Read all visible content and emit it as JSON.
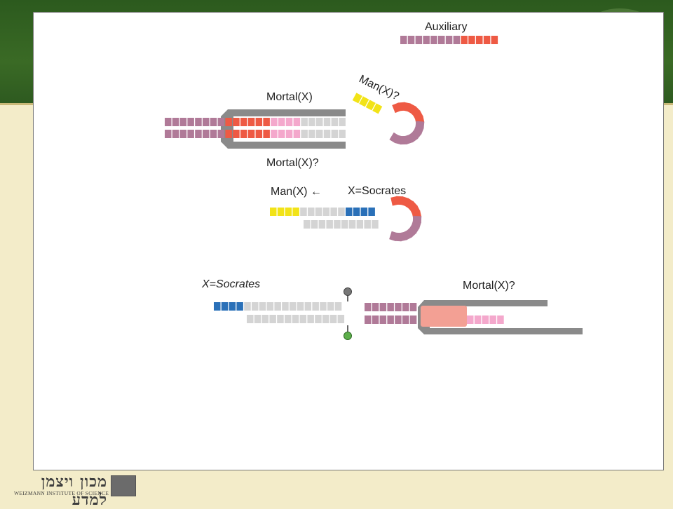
{
  "labels": {
    "auxiliary": "Auxiliary",
    "mortal_x": "Mortal(X)",
    "man_x_q": "Man(X)?",
    "mortal_x_q": "Mortal(X)?",
    "man_x_arrow": "Man(X) ←",
    "x_socrates_1": "X=Socrates",
    "x_socrates_2": "X=Socrates",
    "mortal_x_q2": "Mortal(X)?"
  },
  "footer": {
    "hebrew": "מכון ויצמן למדע",
    "english": "WEIZMANN INSTITUTE OF SCIENCE"
  },
  "colors": {
    "mauve": "#b07a98",
    "red": "#ee5a44",
    "pink": "#f4a8cc",
    "gray": "#d4d4d4",
    "yellow": "#f2e318",
    "blue": "#2a70b8",
    "salmon": "#f3a094",
    "green_band": "#2f5d21",
    "cream": "#f3ecc9"
  }
}
